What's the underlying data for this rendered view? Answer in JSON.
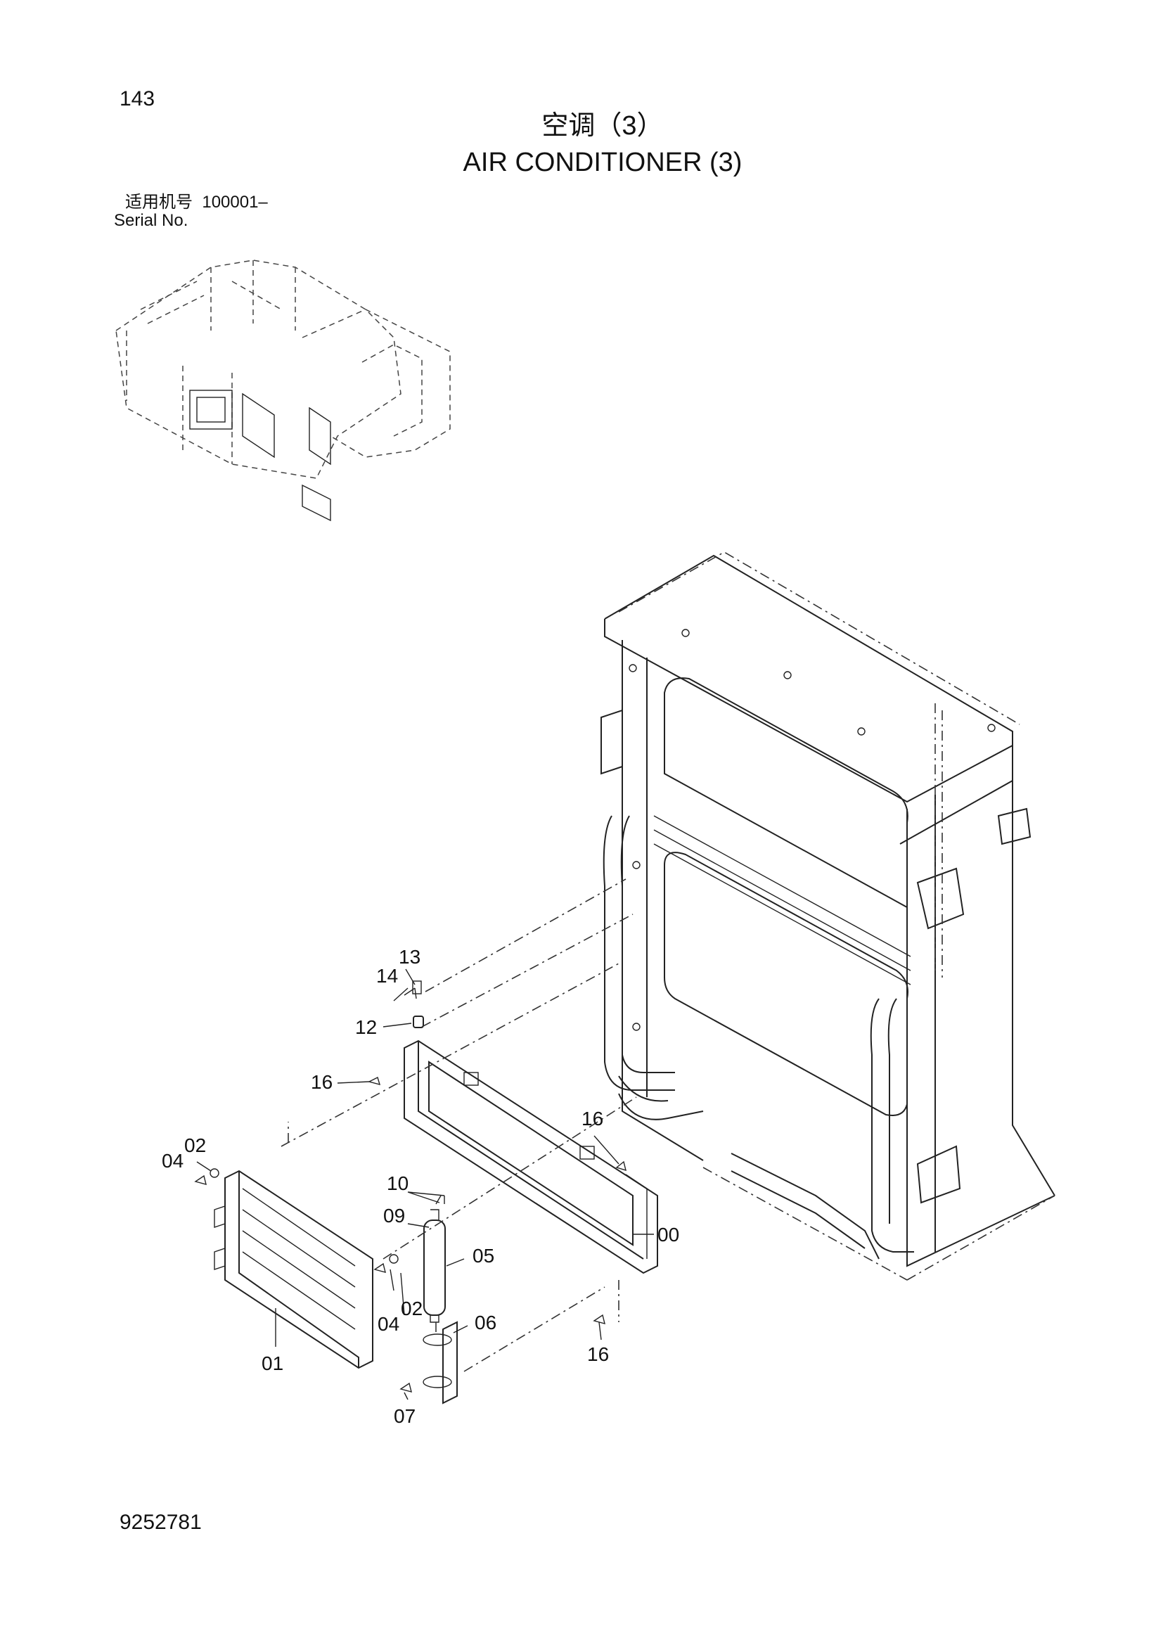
{
  "header": {
    "page_number": "143",
    "title_zh": "空调（3）",
    "title_en": "AIR CONDITIONER (3)",
    "serial_label_zh": "适用机号",
    "serial_value": "100001–",
    "serial_label_en": "Serial No."
  },
  "footer": {
    "document_number": "9252781"
  },
  "callouts": {
    "c13": "13",
    "c14": "14",
    "c12": "12",
    "c16_left": "16",
    "c16_top": "16",
    "c16_bottom": "16",
    "c04_left": "04",
    "c02_left": "02",
    "c10": "10",
    "c09": "09",
    "c00": "00",
    "c05": "05",
    "c04_mid": "04",
    "c02_mid": "02",
    "c06": "06",
    "c01": "01",
    "c07": "07"
  }
}
